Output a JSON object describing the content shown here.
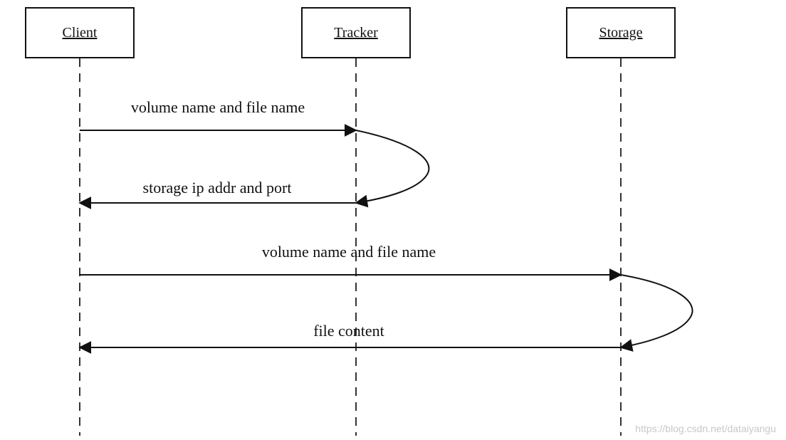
{
  "actors": [
    {
      "id": "client",
      "label": "Client"
    },
    {
      "id": "tracker",
      "label": "Tracker"
    },
    {
      "id": "storage",
      "label": "Storage"
    }
  ],
  "messages": [
    {
      "from": "client",
      "to": "tracker",
      "label": "volume name and file name"
    },
    {
      "from": "tracker",
      "to": "client",
      "label": "storage ip addr and port"
    },
    {
      "from": "client",
      "to": "storage",
      "label": "volume name and file name"
    },
    {
      "from": "storage",
      "to": "client",
      "label": "file content"
    }
  ],
  "self_processing": [
    {
      "actor": "tracker"
    },
    {
      "actor": "storage"
    }
  ],
  "watermark": "https://blog.csdn.net/dataiyangu"
}
